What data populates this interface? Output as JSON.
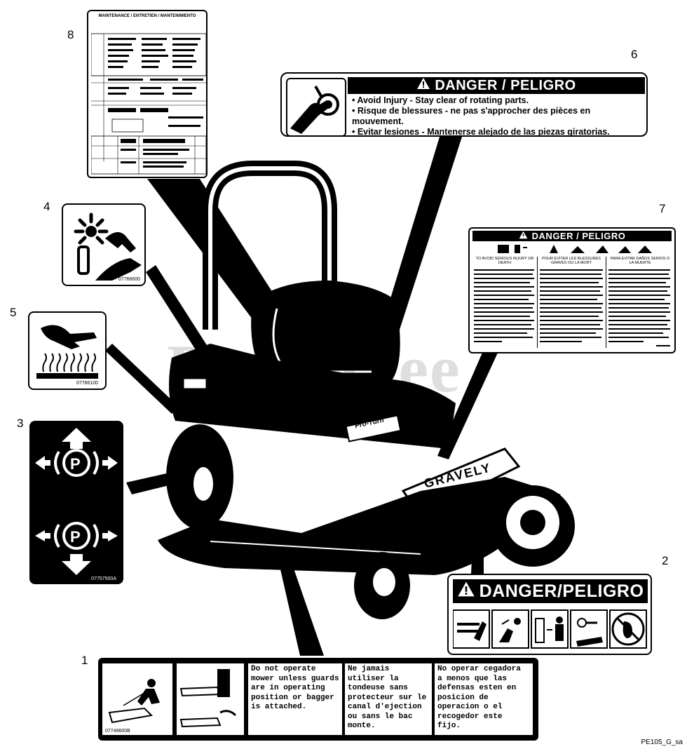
{
  "callouts": [
    "1",
    "2",
    "3",
    "4",
    "5",
    "6",
    "7",
    "8"
  ],
  "mower": {
    "brand": "GRAVELY",
    "model_badge": "Pro-Turn"
  },
  "decal_1": {
    "part_number": "07749600B",
    "text_en": "Do not operate mower unless guards are in operating position or bagger is attached.",
    "text_fr": "Ne jamais utiliser la tondeuse sans protecteur sur le canal d'ejection ou sans le bac monte.",
    "text_es": "No operar cegadora a menos que las defensas esten en posicion de operacion o el recogedor este fijo."
  },
  "decal_2": {
    "title": "DANGER/PELIGRO",
    "icons": [
      "hand-entanglement-icon",
      "thrown-object-icon",
      "keep-distance-icon",
      "remove-key-icon",
      "no-foot-icon"
    ]
  },
  "decal_3": {
    "part_number": "07757500A",
    "symbol": "P"
  },
  "decal_4": {
    "part_number": "07766600"
  },
  "decal_5": {
    "part_number": "07766100"
  },
  "decal_6": {
    "title": "DANGER / PELIGRO",
    "lines": [
      "• Avoid Injury - Stay clear of rotating parts.",
      "• Risque de blessures - ne pas s'approcher des pièces en mouvement.",
      "• Evitar lesiones - Mantenerse alejado de las piezas giratorias."
    ]
  },
  "decal_7": {
    "title": "DANGER / PELIGRO",
    "headers": [
      "TO AVOID SERIOUS INJURY OR DEATH",
      "POUR EVITER LES BLESSURES GRAVES OU LA MORT",
      "PARA EVITAR DAÑOS SERIOS O LA MUERTE"
    ]
  },
  "decal_8": {
    "title": "MAINTENANCE / ENTRETIEN / MANTENIMIENTO"
  },
  "watermark": "PartsTree",
  "reference_code": "PE105_G_sa"
}
